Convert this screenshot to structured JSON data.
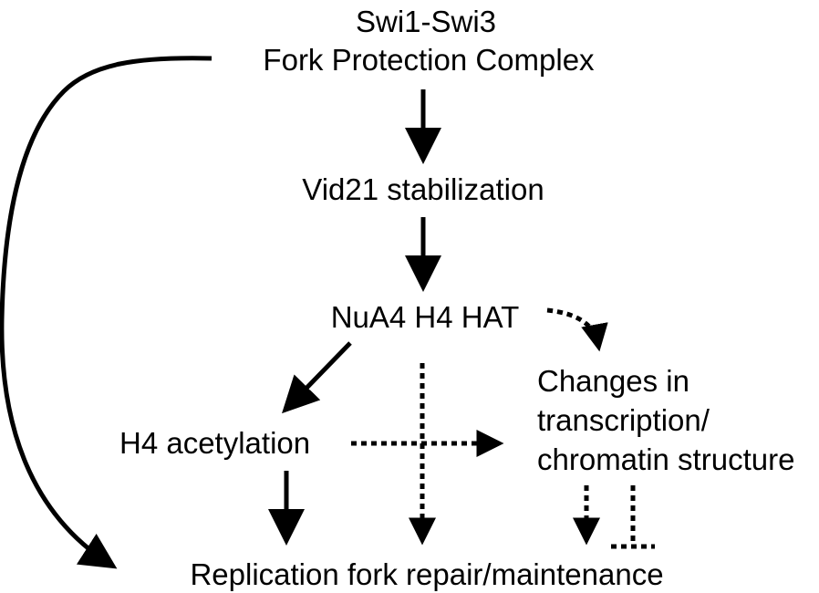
{
  "nodes": {
    "fpc_line1": "Swi1-Swi3",
    "fpc_line2": "Fork Protection Complex",
    "vid21": "Vid21 stabilization",
    "nua4": "NuA4 H4 HAT",
    "h4ac": "H4 acetylation",
    "changes_line1": "Changes in",
    "changes_line2": "transcription/",
    "changes_line3": "chromatin structure",
    "fork": "Replication fork repair/maintenance"
  },
  "edges": [
    {
      "from": "fpc",
      "to": "vid21",
      "style": "solid"
    },
    {
      "from": "vid21",
      "to": "nua4",
      "style": "solid"
    },
    {
      "from": "nua4",
      "to": "h4ac",
      "style": "solid"
    },
    {
      "from": "nua4",
      "to": "changes",
      "style": "dotted"
    },
    {
      "from": "nua4",
      "to": "fork",
      "style": "dotted"
    },
    {
      "from": "h4ac",
      "to": "changes",
      "style": "dotted"
    },
    {
      "from": "h4ac",
      "to": "fork",
      "style": "solid"
    },
    {
      "from": "changes",
      "to": "fork",
      "style": "dotted"
    },
    {
      "from": "changes",
      "to": "fork",
      "style": "dotted-inhibition"
    },
    {
      "from": "fpc",
      "to": "fork",
      "style": "solid-curved"
    }
  ],
  "colors": {
    "ink": "#000000",
    "background": "#ffffff"
  }
}
